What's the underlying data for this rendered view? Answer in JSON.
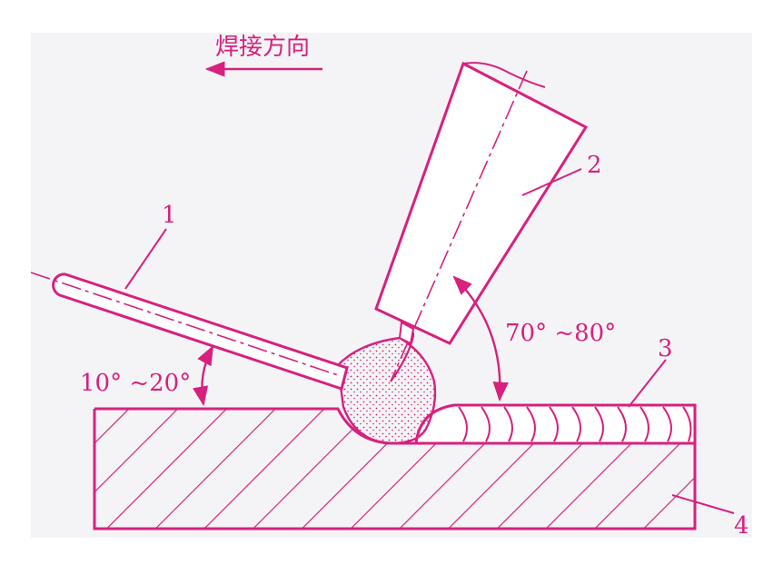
{
  "colors": {
    "stroke": "#d8207e",
    "background": "#ffffff",
    "panel": "#f4f4f6"
  },
  "labels": {
    "direction": "焊接方向",
    "part1": "1",
    "part2": "2",
    "part3": "3",
    "part4": "4",
    "angle_rod": "10° ~20°",
    "angle_torch": "70° ~80°"
  }
}
